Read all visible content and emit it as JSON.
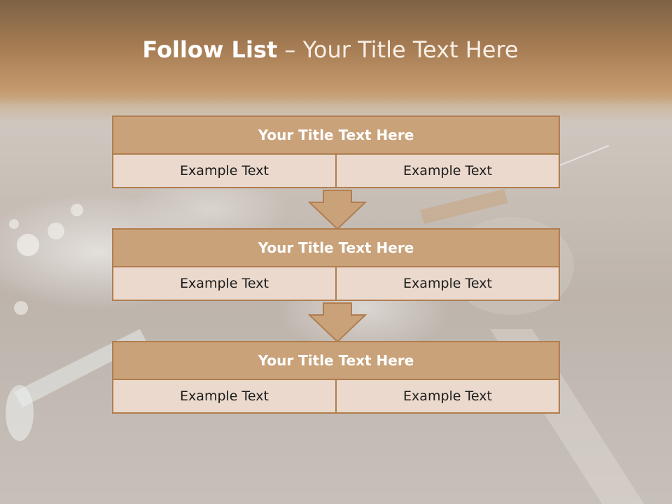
{
  "slide": {
    "title_bold": "Follow List",
    "title_rest": " – Your Title Text Here"
  },
  "blocks": [
    {
      "title": "Your Title Text Here",
      "left": "Example Text",
      "right": "Example Text"
    },
    {
      "title": "Your Title Text Here",
      "left": "Example Text",
      "right": "Example Text"
    },
    {
      "title": "Your Title Text Here",
      "left": "Example Text",
      "right": "Example Text"
    }
  ],
  "colors": {
    "header_brown": "#a67c54",
    "block_title_fill": "#c9a27a",
    "cell_fill": "#ead9cc",
    "border": "#b07e50",
    "arrow_fill": "#c9a27a"
  }
}
